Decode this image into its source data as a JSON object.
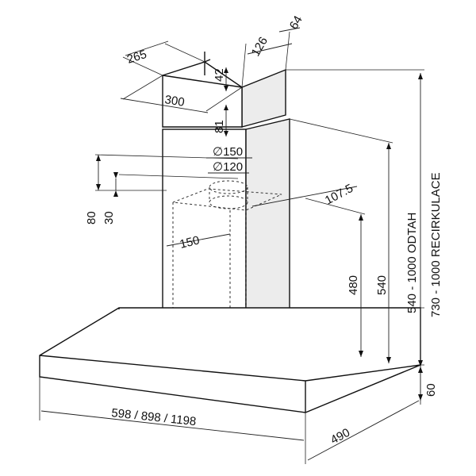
{
  "labels": {
    "chimney_depth": "265",
    "chimney_width": "300",
    "top_gap": "42",
    "upper_offset": "81",
    "side_offset": "126",
    "top_offset": "64",
    "outlet_outer": "∅150",
    "outlet_inner": "∅120",
    "dim_80": "80",
    "dim_30": "30",
    "dim_107": "107.5",
    "dim_150": "150",
    "dim_480": "480",
    "dim_540": "540",
    "range_odtah": "540 - 1000  ODTAH",
    "range_recirk": "730 - 1000  RECIRKULACE",
    "canopy_height": "60",
    "width": "598 / 898 / 1198",
    "depth": "490"
  }
}
